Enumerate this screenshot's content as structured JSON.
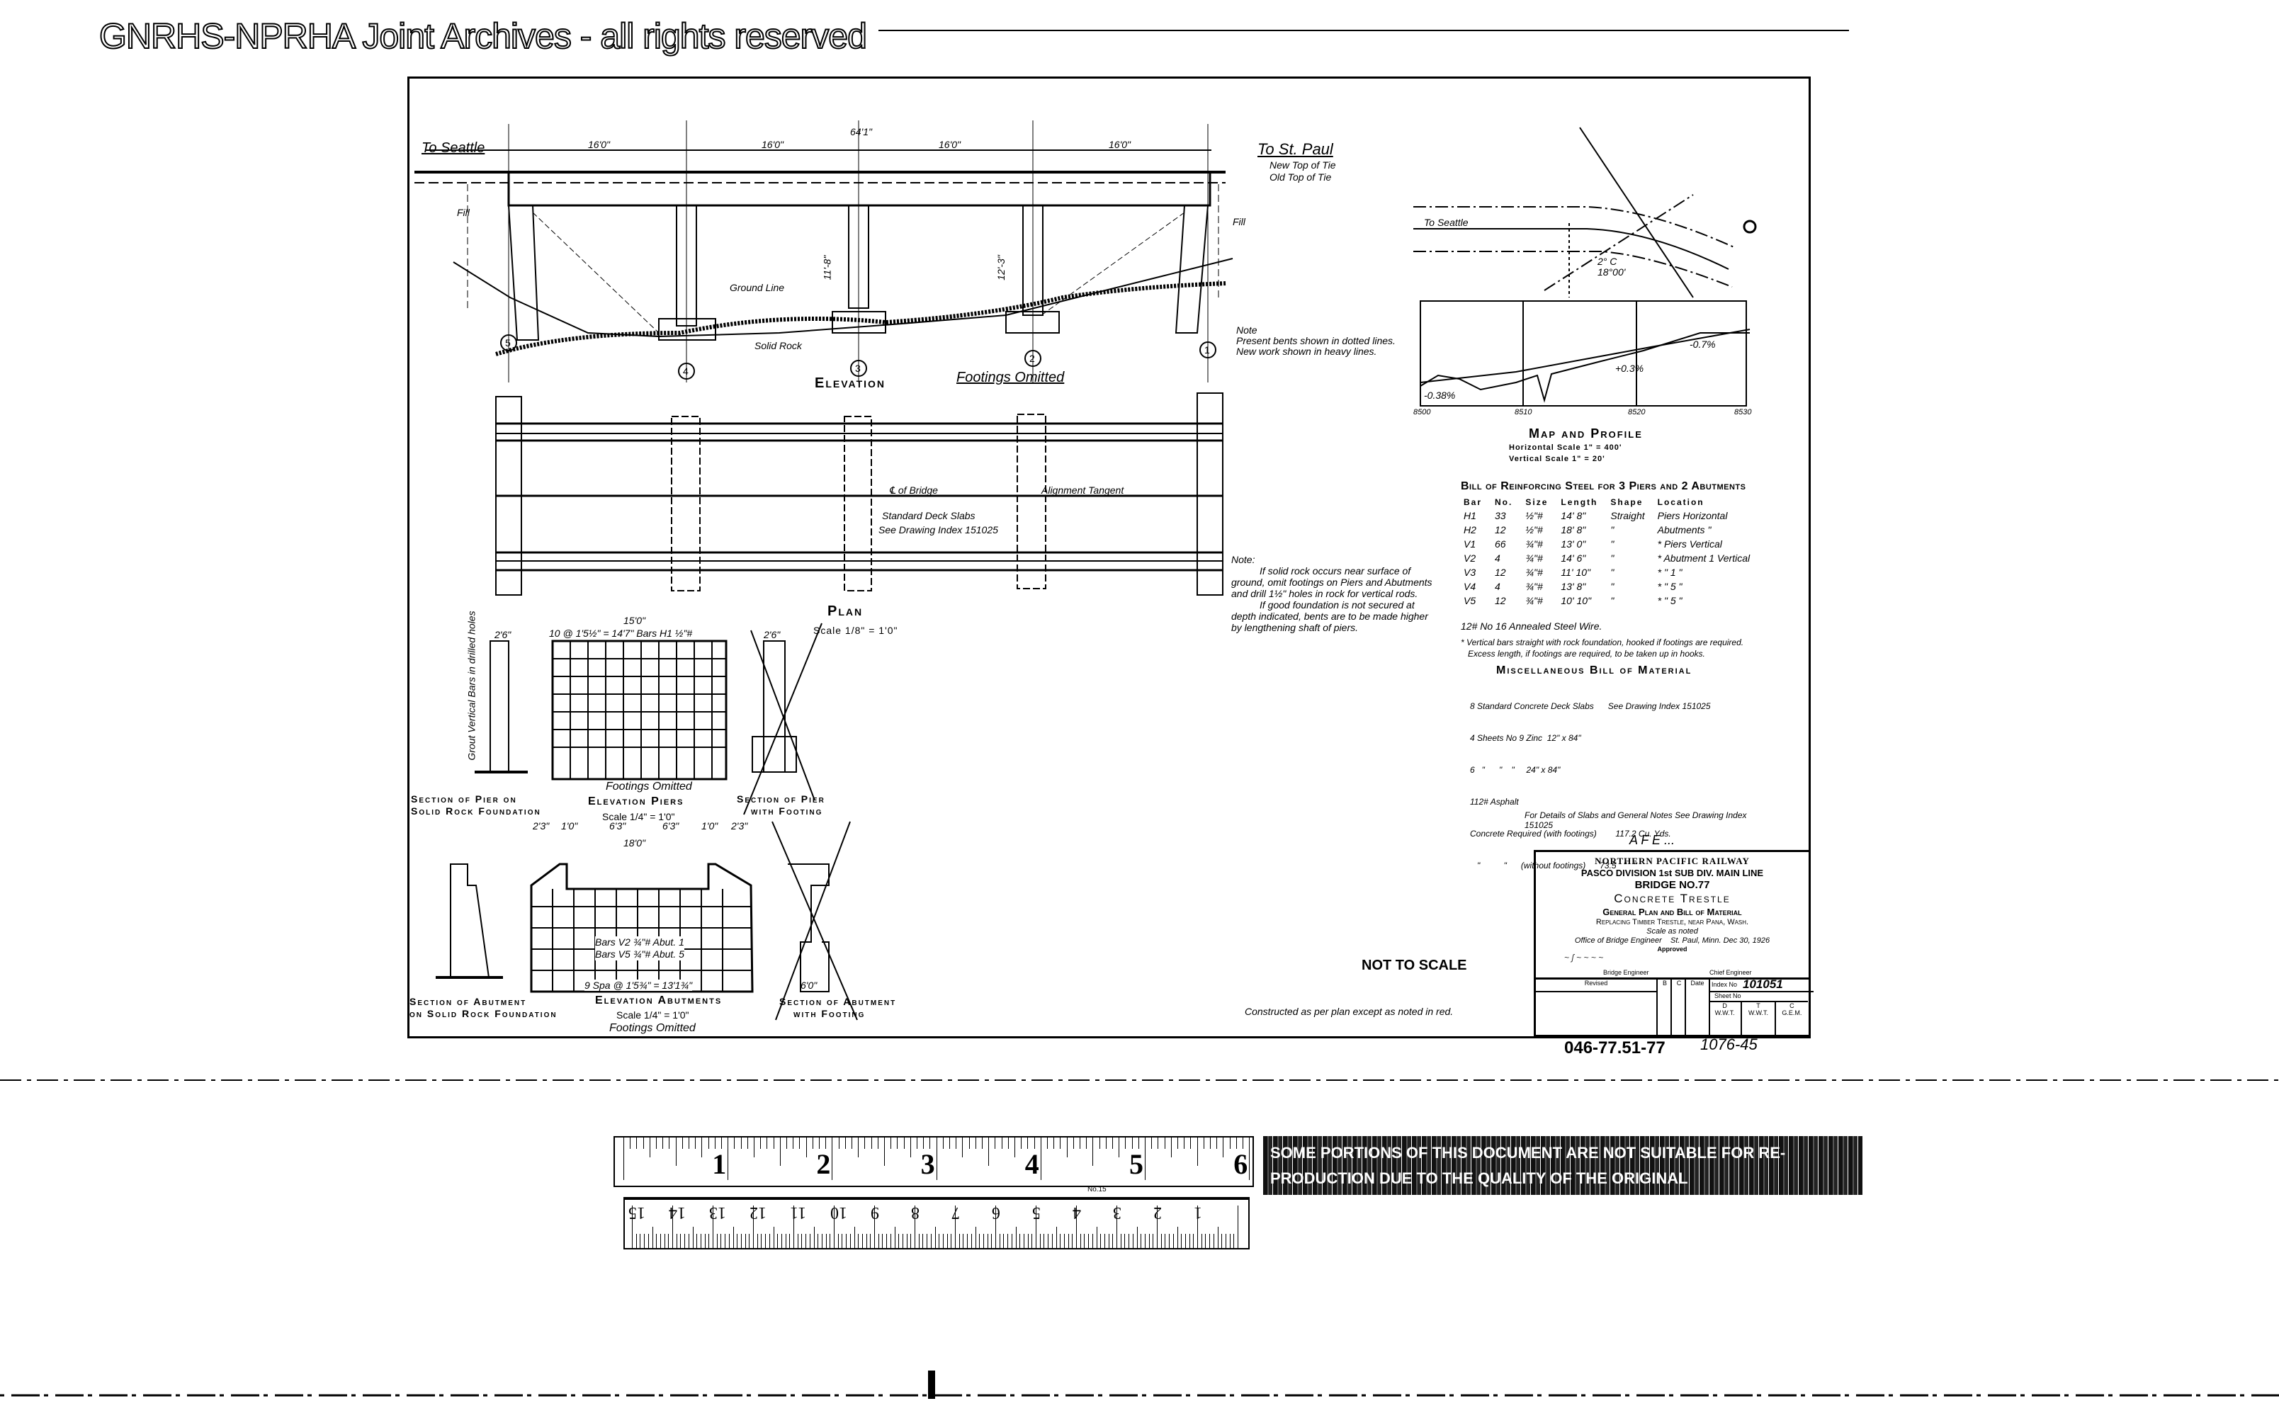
{
  "watermark": "GNRHS-NPRHA Joint Archives - all rights reserved",
  "elevation": {
    "title": "Elevation",
    "subtitle": "Footings Omitted",
    "to_west": "To Seattle",
    "to_east": "To St. Paul",
    "new_top_of_tie": "New Top of Tie",
    "old_top_of_tie": "Old Top of Tie",
    "total_length": "64'1\"",
    "spans": [
      "16'0\"",
      "16'0\"",
      "16'0\"",
      "16'0\""
    ],
    "bents": [
      "5",
      "4",
      "3",
      "2",
      "1"
    ],
    "fill_label": "Fill",
    "ground_line": "Ground Line",
    "solid_rock": "Solid Rock",
    "pier_heights": [
      "11'-8\"",
      "12'-3\""
    ],
    "note_heading": "Note",
    "note_text": "Present bents shown in dotted lines. New work shown in heavy lines."
  },
  "plan": {
    "title": "Plan",
    "scale": "Scale 1/8\" = 1'0\"",
    "centerline": "℄ of Bridge",
    "alignment": "Alignment Tangent",
    "deck_note_1": "Standard Deck Slabs",
    "deck_note_2": "See Drawing Index 151025"
  },
  "foundation_note": {
    "heading": "Note:",
    "lines": [
      "If solid rock occurs near surface of",
      "ground, omit footings on Piers and Abutments",
      "and drill 1½\" holes in rock for vertical rods.",
      "If good foundation is not secured at",
      "depth indicated, bents are to be made higher",
      "by lengthening shaft of piers."
    ]
  },
  "details": {
    "pier_rock_section": [
      "Section of Pier on",
      "Solid Rock Foundation"
    ],
    "pier_grout_note": "Grout Vertical Bars in drilled holes",
    "pier_elevation": [
      "Footings Omitted",
      "Elevation Piers",
      "Scale 1/4\" = 1'0\""
    ],
    "pier_width": "15'0\"",
    "pier_bars": "10 @ 1'5½\" = 14'7\" Bars H1 ½\"#",
    "pier_section_width": "2'6\"",
    "pier_footing_section": [
      "Section of Pier",
      "with Footing"
    ],
    "abut_rock_section": [
      "Section of Abutment",
      "on Solid Rock Foundation"
    ],
    "abut_elevation": [
      "Elevation Abutments",
      "Scale 1/4\" = 1'0\"",
      "Footings Omitted"
    ],
    "abut_dims": [
      "2'3\"",
      "1'0\"",
      "6'3\"",
      "6'3\"",
      "1'0\"",
      "2'3\""
    ],
    "abut_width": "18'0\"",
    "abut_bottom": "9 Spa @ 1'5¾\" = 13'1¾\"",
    "abut_bars": [
      "Bars V2 ¾\"# Abut. 1",
      "Bars V5 ¾\"# Abut. 5"
    ],
    "abut_footing_section": [
      "Section of Abutment",
      "with Footing"
    ],
    "footing_width": "6'0\""
  },
  "map_profile": {
    "title": "Map and Profile",
    "horizontal_scale": "Horizontal Scale 1\" = 400'",
    "vertical_scale": "Vertical Scale 1\" = 20'",
    "to_seattle": "To Seattle",
    "curve": "2° C 18°00'",
    "grades": [
      "-0.38%",
      "+0.3%",
      "-0.7%"
    ],
    "stations": [
      "8500",
      "8510",
      "8520",
      "8530"
    ]
  },
  "bill_steel": {
    "title": "Bill of Reinforcing Steel for 3 Piers and 2 Abutments",
    "headers": [
      "Bar",
      "No.",
      "Size",
      "Length",
      "Shape",
      "Location"
    ],
    "rows": [
      [
        "H1",
        "33",
        "½\"#",
        "14' 8\"",
        "Straight",
        "Piers Horizontal"
      ],
      [
        "H2",
        "12",
        "½\"#",
        "18' 8\"",
        "\"",
        "Abutments \""
      ],
      [
        "V1",
        "66",
        "¾\"#",
        "13' 0\"",
        "\"",
        "* Piers Vertical"
      ],
      [
        "V2",
        "4",
        "¾\"#",
        "14' 6\"",
        "\"",
        "* Abutment 1 Vertical"
      ],
      [
        "V3",
        "12",
        "¾\"#",
        "11' 10\"",
        "\"",
        "* \" 1 \""
      ],
      [
        "V4",
        "4",
        "¾\"#",
        "13' 8\"",
        "\"",
        "* \" 5 \""
      ],
      [
        "V5",
        "12",
        "¾\"#",
        "10' 10\"",
        "\"",
        "* \" 5 \""
      ]
    ],
    "wire": "12#   No 16 Annealed Steel Wire.",
    "footnote_1": "* Vertical bars straight with rock foundation, hooked if footings are required.",
    "footnote_2": "Excess length, if footings are required, to be taken up in hooks."
  },
  "misc_bill": {
    "title": "Miscellaneous Bill of Material",
    "lines": [
      "8 Standard Concrete Deck Slabs      See Drawing Index 151025",
      "4 Sheets No 9 Zinc  12\" x 84\"",
      "6   \"      \"    \"     24\" x 84\"",
      "112# Asphalt",
      "Concrete Required (with footings)        117.2 Cu. Yds.",
      "   \"          \"      (without footings)      73.5   \"   \""
    ]
  },
  "details_note": "For Details of Slabs and General Notes See Drawing Index 151025",
  "handwritten_afe": "A F E  ...",
  "title_block": {
    "railway": "NORTHERN PACIFIC RAILWAY",
    "division": "PASCO  DIVISION   1st SUB DIV. MAIN LINE",
    "bridge": "BRIDGE NO.77",
    "type": "Concrete Trestle",
    "subtitle": "General Plan and Bill of Material",
    "replacing": "Replacing Timber Trestle, near Pana, Wash.",
    "scale": "Scale as noted",
    "office": "Office of Bridge Engineer",
    "place_date": "St. Paul, Minn. Dec 30, 1926",
    "approved": "Approved",
    "bridge_engineer": "Bridge Engineer",
    "chief_engineer": "Chief Engineer",
    "revision_label": "Revised",
    "col_b": "B",
    "col_c": "C",
    "col_date": "Date",
    "index_label": "Index No",
    "index_no": "101051",
    "sheet_label": "Sheet No",
    "signoffs": [
      [
        "D",
        "W.W.T."
      ],
      [
        "T",
        "W.W.T."
      ],
      [
        "C",
        "G.E.M."
      ]
    ]
  },
  "drawing_number": "046-77.51-77",
  "handwritten_number": "1076-45",
  "not_to_scale": "NOT TO SCALE",
  "constructed_note": "Constructed as per plan except as noted in red.",
  "ruler": {
    "inch_labels": [
      "1",
      "2",
      "3",
      "4",
      "5",
      "6"
    ],
    "cm_labels": [
      "1",
      "2",
      "3",
      "4",
      "5",
      "6",
      "7",
      "8",
      "9",
      "10",
      "11",
      "12",
      "13",
      "14",
      "15"
    ],
    "model": "No.15"
  },
  "stamp": "SOME PORTIONS OF THIS DOCUMENT ARE NOT SUITABLE FOR RE-PRODUCTION DUE TO THE QUALITY OF THE ORIGINAL"
}
